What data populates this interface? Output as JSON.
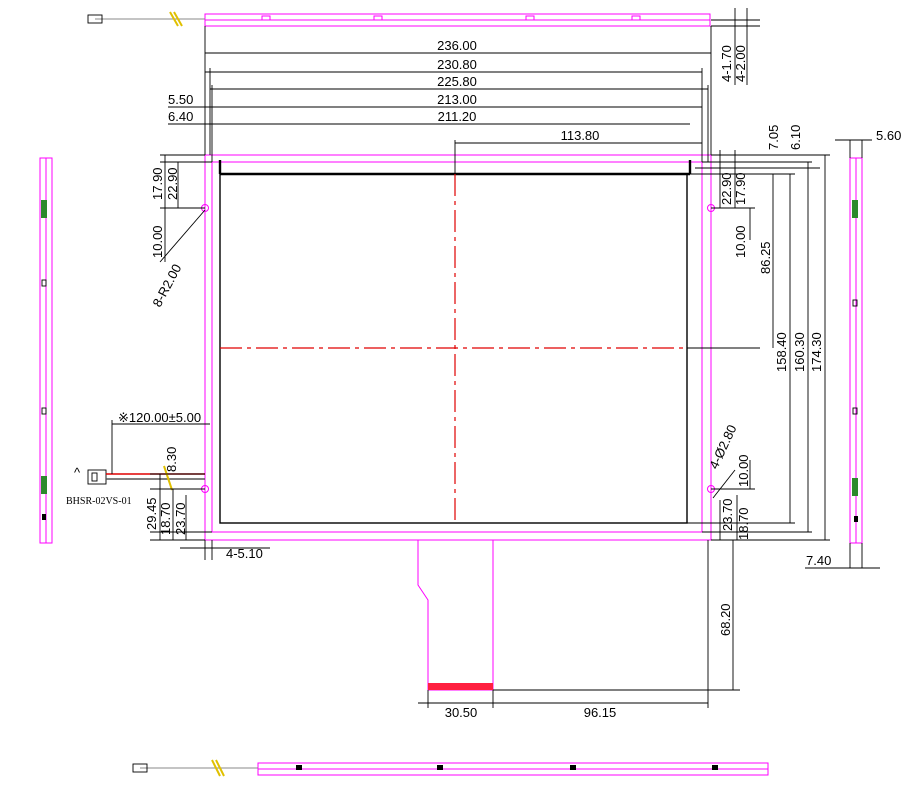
{
  "part_label": "BHSR-02VS-01",
  "caret": "^",
  "dimensions": {
    "w236": "236.00",
    "w230_8": "230.80",
    "w225_8": "225.80",
    "w213": "213.00",
    "w211_2": "211.20",
    "d113_8": "113.80",
    "d5_5": "5.50",
    "d6_4": "6.40",
    "d17_9_left": "17.90",
    "d22_9_left": "22.90",
    "d10_left": "10.00",
    "radius": "8-R2.00",
    "d4_1_7": "4-1.70",
    "d4_2": "4-2.00",
    "d7_05": "7.05",
    "d6_1": "6.10",
    "d5_6": "5.60",
    "d22_9_right": "22.90",
    "d17_9_right": "17.90",
    "d10_right_top": "10.00",
    "d86_25": "86.25",
    "d158_4": "158.40",
    "d160_3": "160.30",
    "d174_3": "174.30",
    "hole": "4-Ø2.80",
    "d10_right_bottom": "10.00",
    "d23_7_right": "23.70",
    "d18_7_right": "18.70",
    "d7_4": "7.40",
    "cable": "※120.00±5.00",
    "d8_3": "8.30",
    "d29_45": "29.45",
    "d18_7_left": "18.70",
    "d23_7_left": "23.70",
    "d4_5_1": "4-5.10",
    "d68_2": "68.20",
    "d30_5": "30.50",
    "d96_15": "96.15"
  },
  "colors": {
    "outline": "#ff00ff",
    "centerline": "#e00000",
    "dimension": "#000000"
  }
}
